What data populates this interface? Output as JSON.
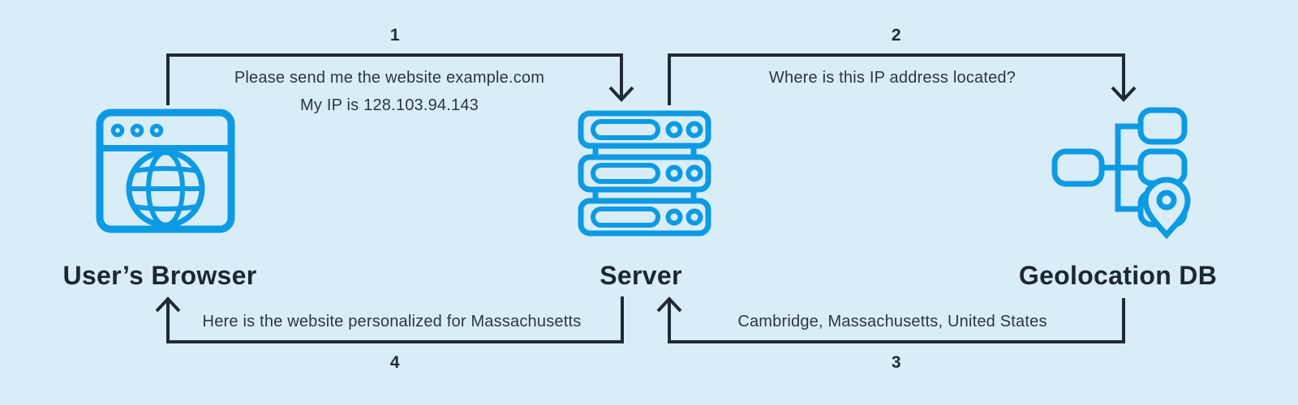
{
  "title": "IP geolocation flow diagram",
  "colors": {
    "background": "#d9edf9",
    "icon_blue": "#0d9ae4",
    "arrow_dark": "#1e2a39",
    "label_text": "#1b2636",
    "message_text": "#2a3545"
  },
  "nodes": [
    {
      "id": "browser",
      "label": "User’s Browser",
      "icon": "browser-globe-icon"
    },
    {
      "id": "server",
      "label": "Server",
      "icon": "server-rack-icon"
    },
    {
      "id": "geodb",
      "label": "Geolocation DB",
      "icon": "database-tree-location-icon"
    }
  ],
  "steps": [
    {
      "number": "1",
      "from": "User’s Browser",
      "to": "Server",
      "lines": [
        "Please send me the website example.com",
        "My IP is 128.103.94.143"
      ]
    },
    {
      "number": "2",
      "from": "Server",
      "to": "Geolocation DB",
      "lines": [
        "Where is this IP address located?"
      ]
    },
    {
      "number": "3",
      "from": "Geolocation DB",
      "to": "Server",
      "lines": [
        "Cambridge, Massachusetts, United States"
      ]
    },
    {
      "number": "4",
      "from": "Server",
      "to": "User’s Browser",
      "lines": [
        "Here is the website personalized for Massachusetts"
      ]
    }
  ]
}
